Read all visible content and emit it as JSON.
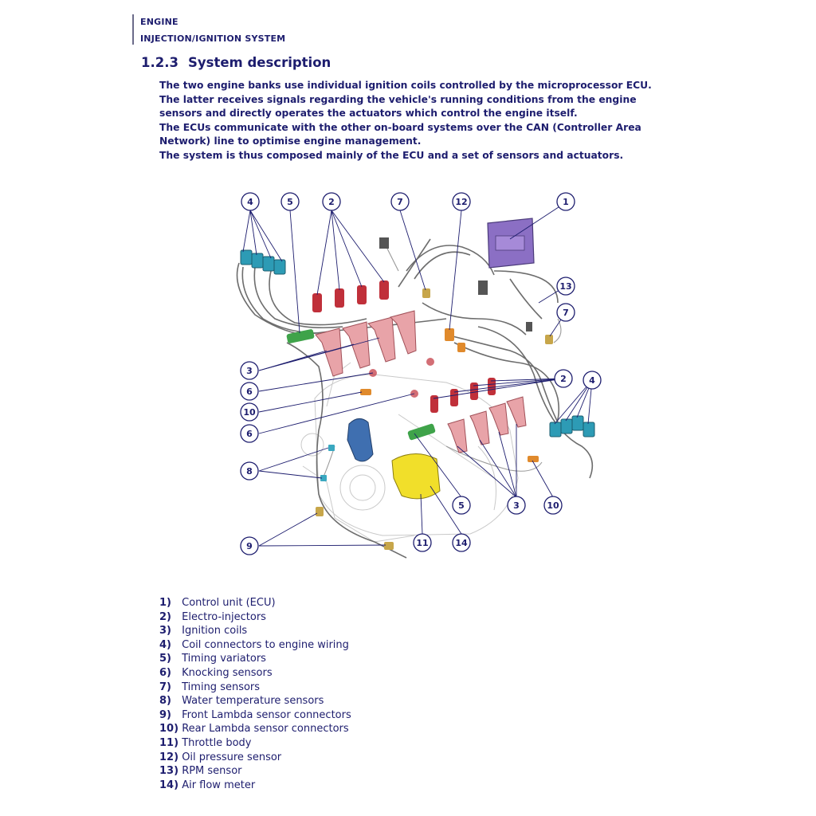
{
  "header": {
    "line1": "ENGINE",
    "line2": "INJECTION/IGNITION SYSTEM"
  },
  "section": {
    "number": "1.2.3",
    "title": "System description"
  },
  "intro": [
    "The two engine banks use individual ignition coils controlled by the microprocessor ECU. The latter receives signals regarding the vehicle's running conditions from the engine sensors and directly operates the actuators which control the engine itself.",
    "The ECUs communicate with the other on-board systems over the CAN  (Controller Area Network) line to optimise engine management.",
    "The system is thus composed mainly of the ECU and a set of sensors and actuators."
  ],
  "callouts": {
    "c4a": "4",
    "c5a": "5",
    "c2a": "2",
    "c7a": "7",
    "c12": "12",
    "c1": "1",
    "c13": "13",
    "c7b": "7",
    "c2b": "2",
    "c4b": "4",
    "c3a": "3",
    "c6a": "6",
    "c10a": "10",
    "c6b": "6",
    "c8": "8",
    "c9": "9",
    "c11": "11",
    "c14": "14",
    "c5b": "5",
    "c3b": "3",
    "c10b": "10"
  },
  "legend": [
    {
      "num": "1)",
      "label": "Control unit (ECU)"
    },
    {
      "num": "2)",
      "label": "Electro-injectors"
    },
    {
      "num": "3)",
      "label": "Ignition coils"
    },
    {
      "num": "4)",
      "label": "Coil connectors to engine wiring"
    },
    {
      "num": "5)",
      "label": "Timing variators"
    },
    {
      "num": "6)",
      "label": "Knocking sensors"
    },
    {
      "num": "7)",
      "label": "Timing sensors"
    },
    {
      "num": "8)",
      "label": "Water temperature sensors"
    },
    {
      "num": "9)",
      "label": "Front Lambda sensor connectors"
    },
    {
      "num": "10)",
      "label": "Rear Lambda sensor connectors"
    },
    {
      "num": "11)",
      "label": "Throttle body"
    },
    {
      "num": "12)",
      "label": "Oil pressure sensor"
    },
    {
      "num": "13)",
      "label": "RPM sensor"
    },
    {
      "num": "14)",
      "label": "Air flow meter"
    }
  ],
  "colors": {
    "text": "#1d1d6e",
    "ecu": "#8b6fc4",
    "connectors": "#2d9bb5",
    "injectors": "#c0303a",
    "coils": "#e8a3a8",
    "variators": "#3fa34a",
    "throttle_body": "#3f6fb0",
    "air_flow_meter": "#f1df2a",
    "sensor": "#e08a2c"
  }
}
